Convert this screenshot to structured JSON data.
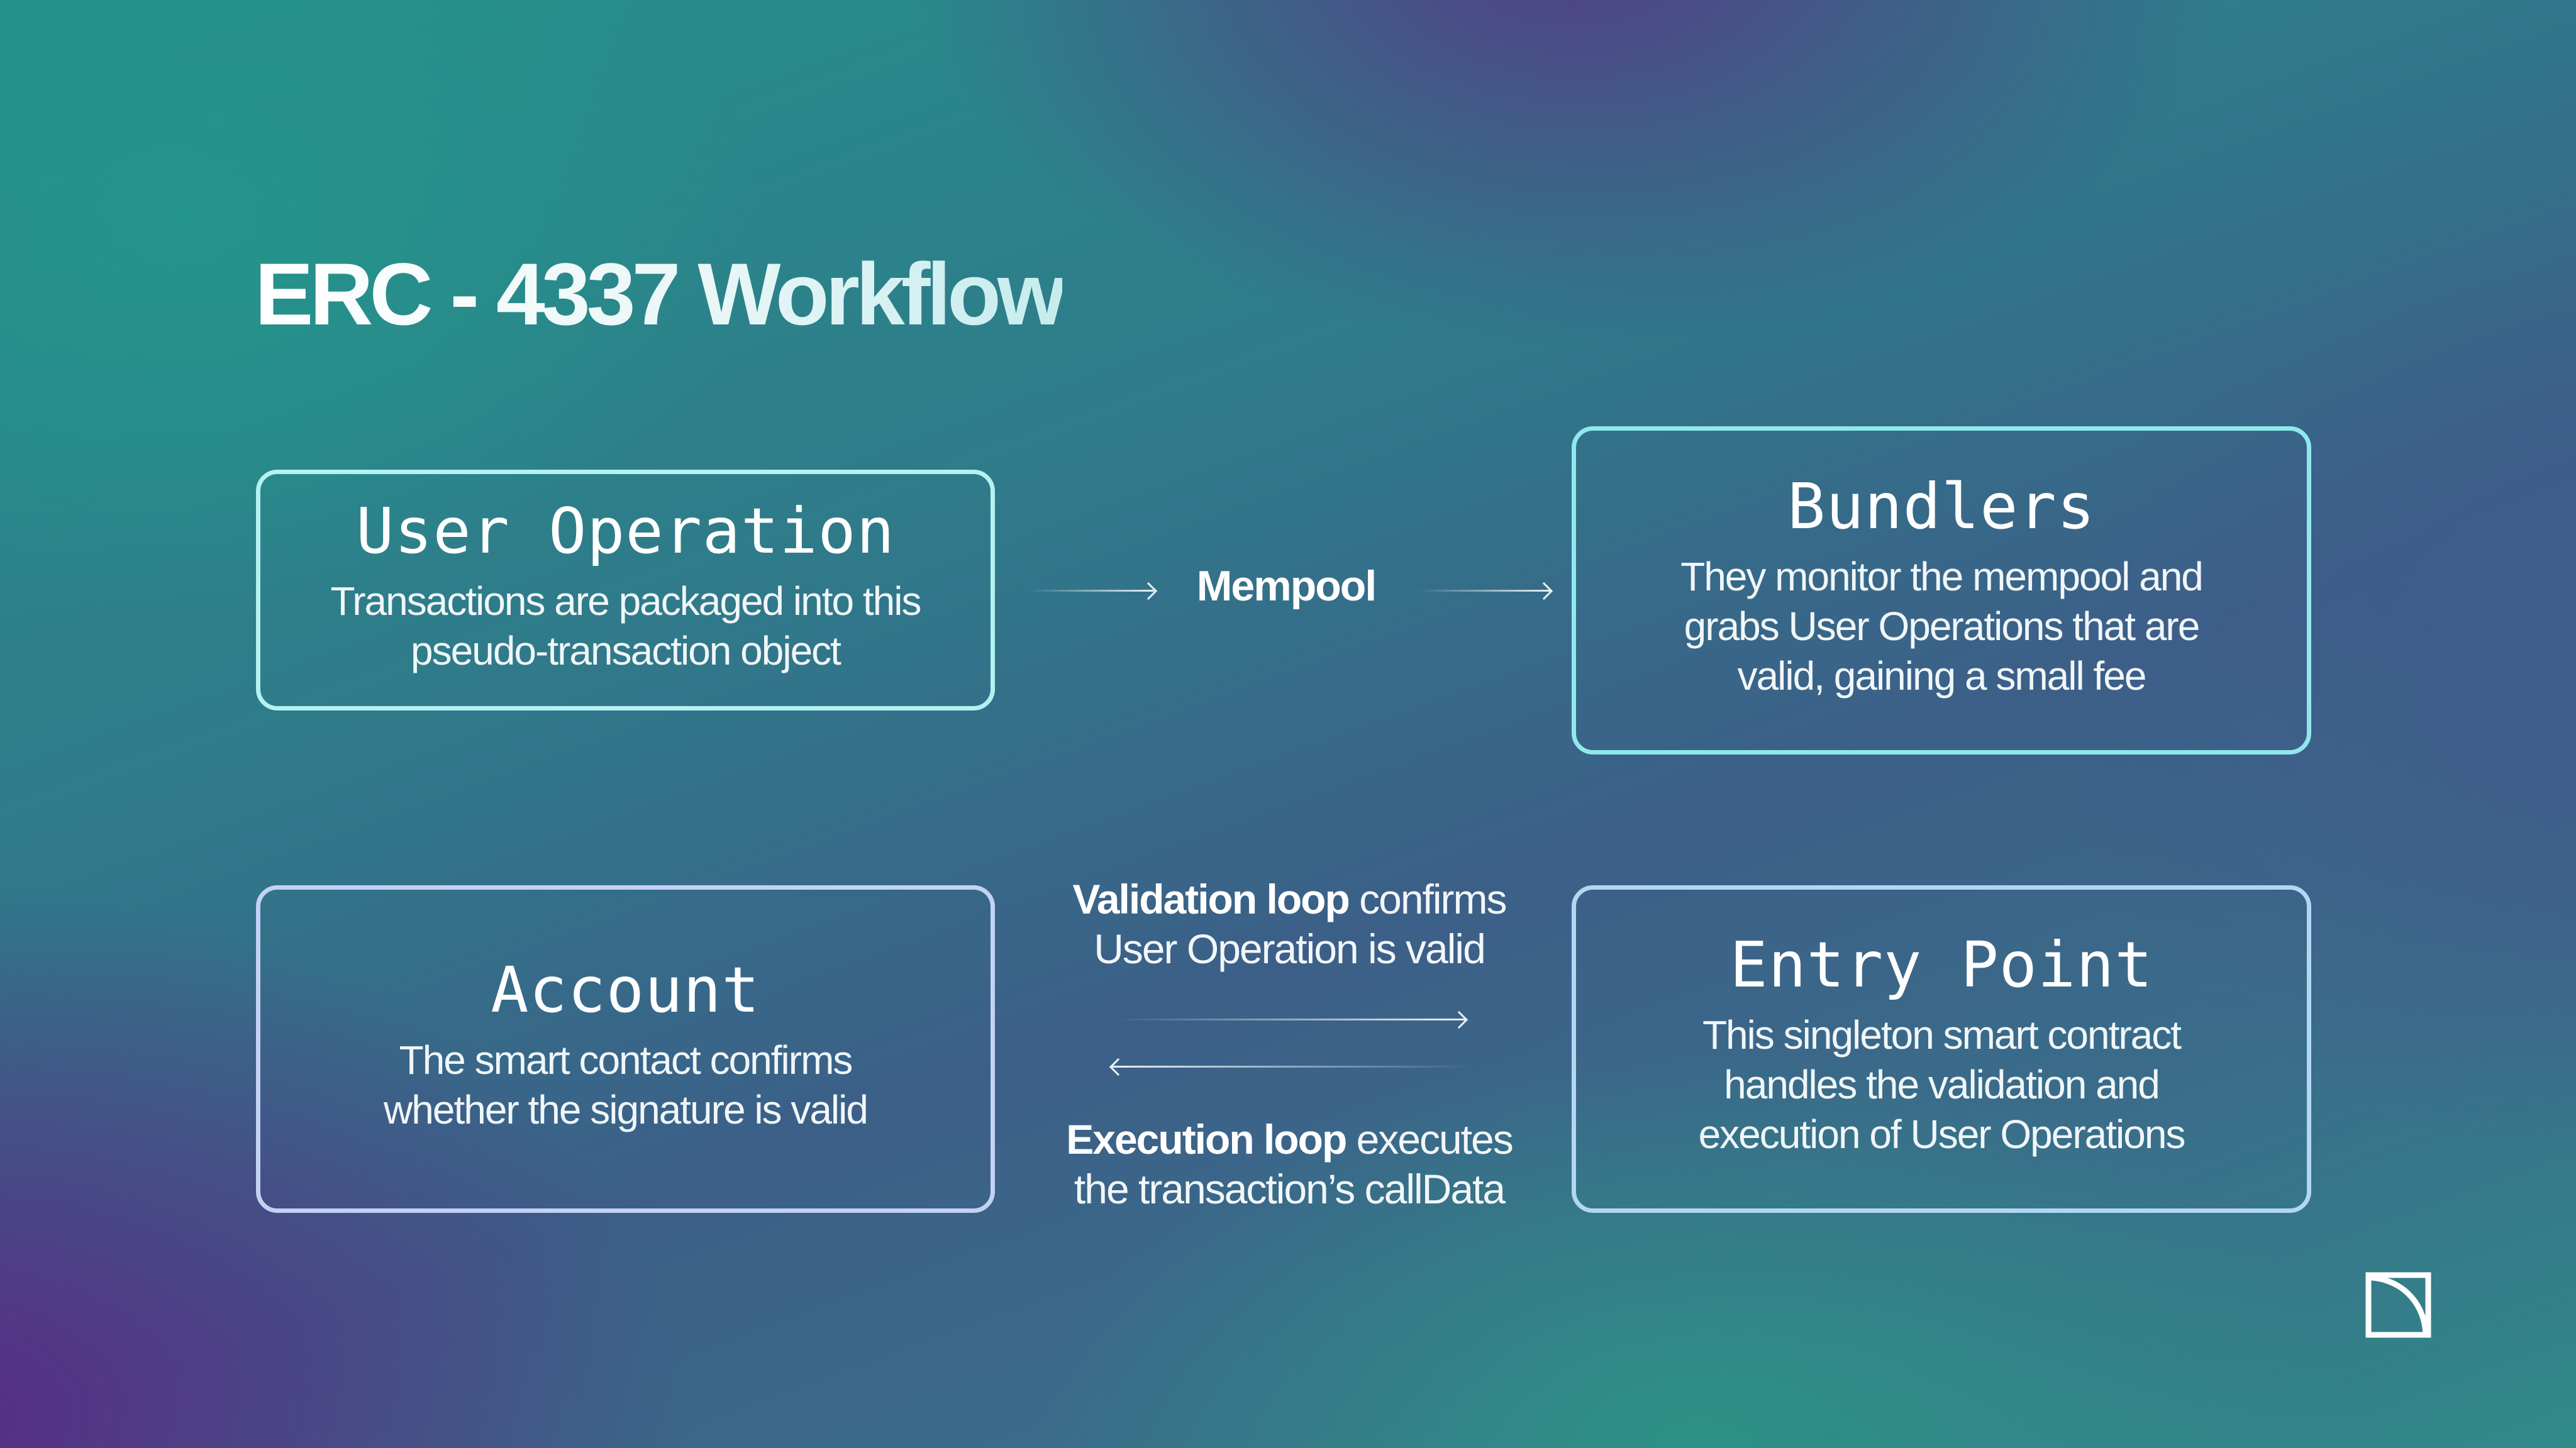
{
  "title": "ERC - 4337 Workflow",
  "cards": {
    "user_operation": {
      "title": "User Operation",
      "lines": [
        "Transactions are packaged into this",
        "pseudo-transaction object"
      ]
    },
    "bundlers": {
      "title": "Bundlers",
      "lines": [
        "They monitor the mempool and",
        "grabs User Operations that are",
        "valid, gaining a small fee"
      ]
    },
    "account": {
      "title": "Account",
      "lines": [
        "The smart contact confirms",
        "whether the signature is valid"
      ]
    },
    "entry_point": {
      "title": "Entry Point",
      "lines": [
        "This singleton smart contract",
        "handles the validation and",
        "execution of User Operations"
      ]
    }
  },
  "mempool_label": "Mempool",
  "validation_loop": {
    "bold": "Validation loop",
    "rest": " confirms",
    "line2": "User Operation is valid"
  },
  "execution_loop": {
    "bold": "Execution loop",
    "rest": " executes",
    "line2": "the transaction’s callData"
  },
  "colors": {
    "card_border": "#a7ecee",
    "text": "#ffffff"
  },
  "icons": {
    "logo": "corner-curve-logo-icon",
    "arrows": "arrow-right-icon"
  }
}
